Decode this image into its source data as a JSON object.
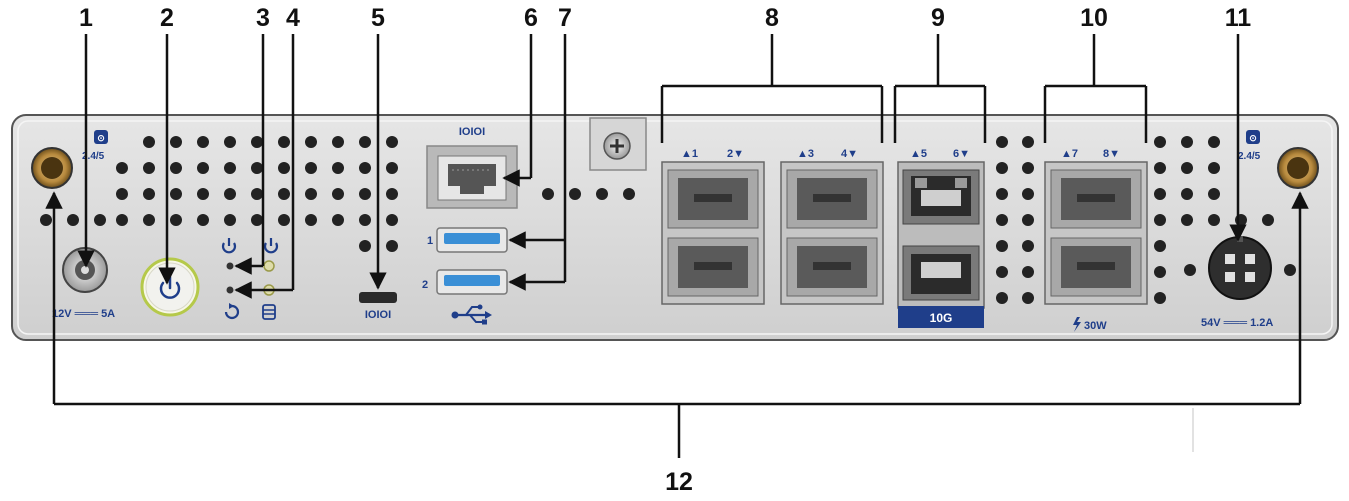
{
  "callouts": {
    "c1": "1",
    "c2": "2",
    "c3": "3",
    "c4": "4",
    "c5": "5",
    "c6": "6",
    "c7": "7",
    "c8": "8",
    "c9": "9",
    "c10": "10",
    "c11": "11",
    "c12": "12"
  },
  "labels": {
    "cert_left": "2.4/5",
    "cert_right": "2.4/5",
    "dc_in_left": "12V ═══ 5A",
    "console_top": "IOIOI",
    "console_micro": "IOIOI",
    "usb1": "1",
    "usb2": "2",
    "port1": "▲1",
    "port2": "2▼",
    "port3": "▲3",
    "port4": "4▼",
    "port5": "▲5",
    "port6": "6▼",
    "port7": "▲7",
    "port8": "8▼",
    "sfp_band": "10G",
    "poe": "30W",
    "dc_in_right": "54V ═══ 1.2A"
  },
  "colors": {
    "panel": "#d9d9d9",
    "panel_edge": "#555555",
    "label_blue": "#1f3e8a",
    "usb_blue": "#3a8fd6",
    "screw_gold": "#b88a3e",
    "power_ring": "#b5c94a"
  },
  "icons": [
    "power-icon",
    "reset-icon",
    "storage-icon",
    "usb-icon",
    "poe-bolt-icon",
    "screw-icon"
  ]
}
